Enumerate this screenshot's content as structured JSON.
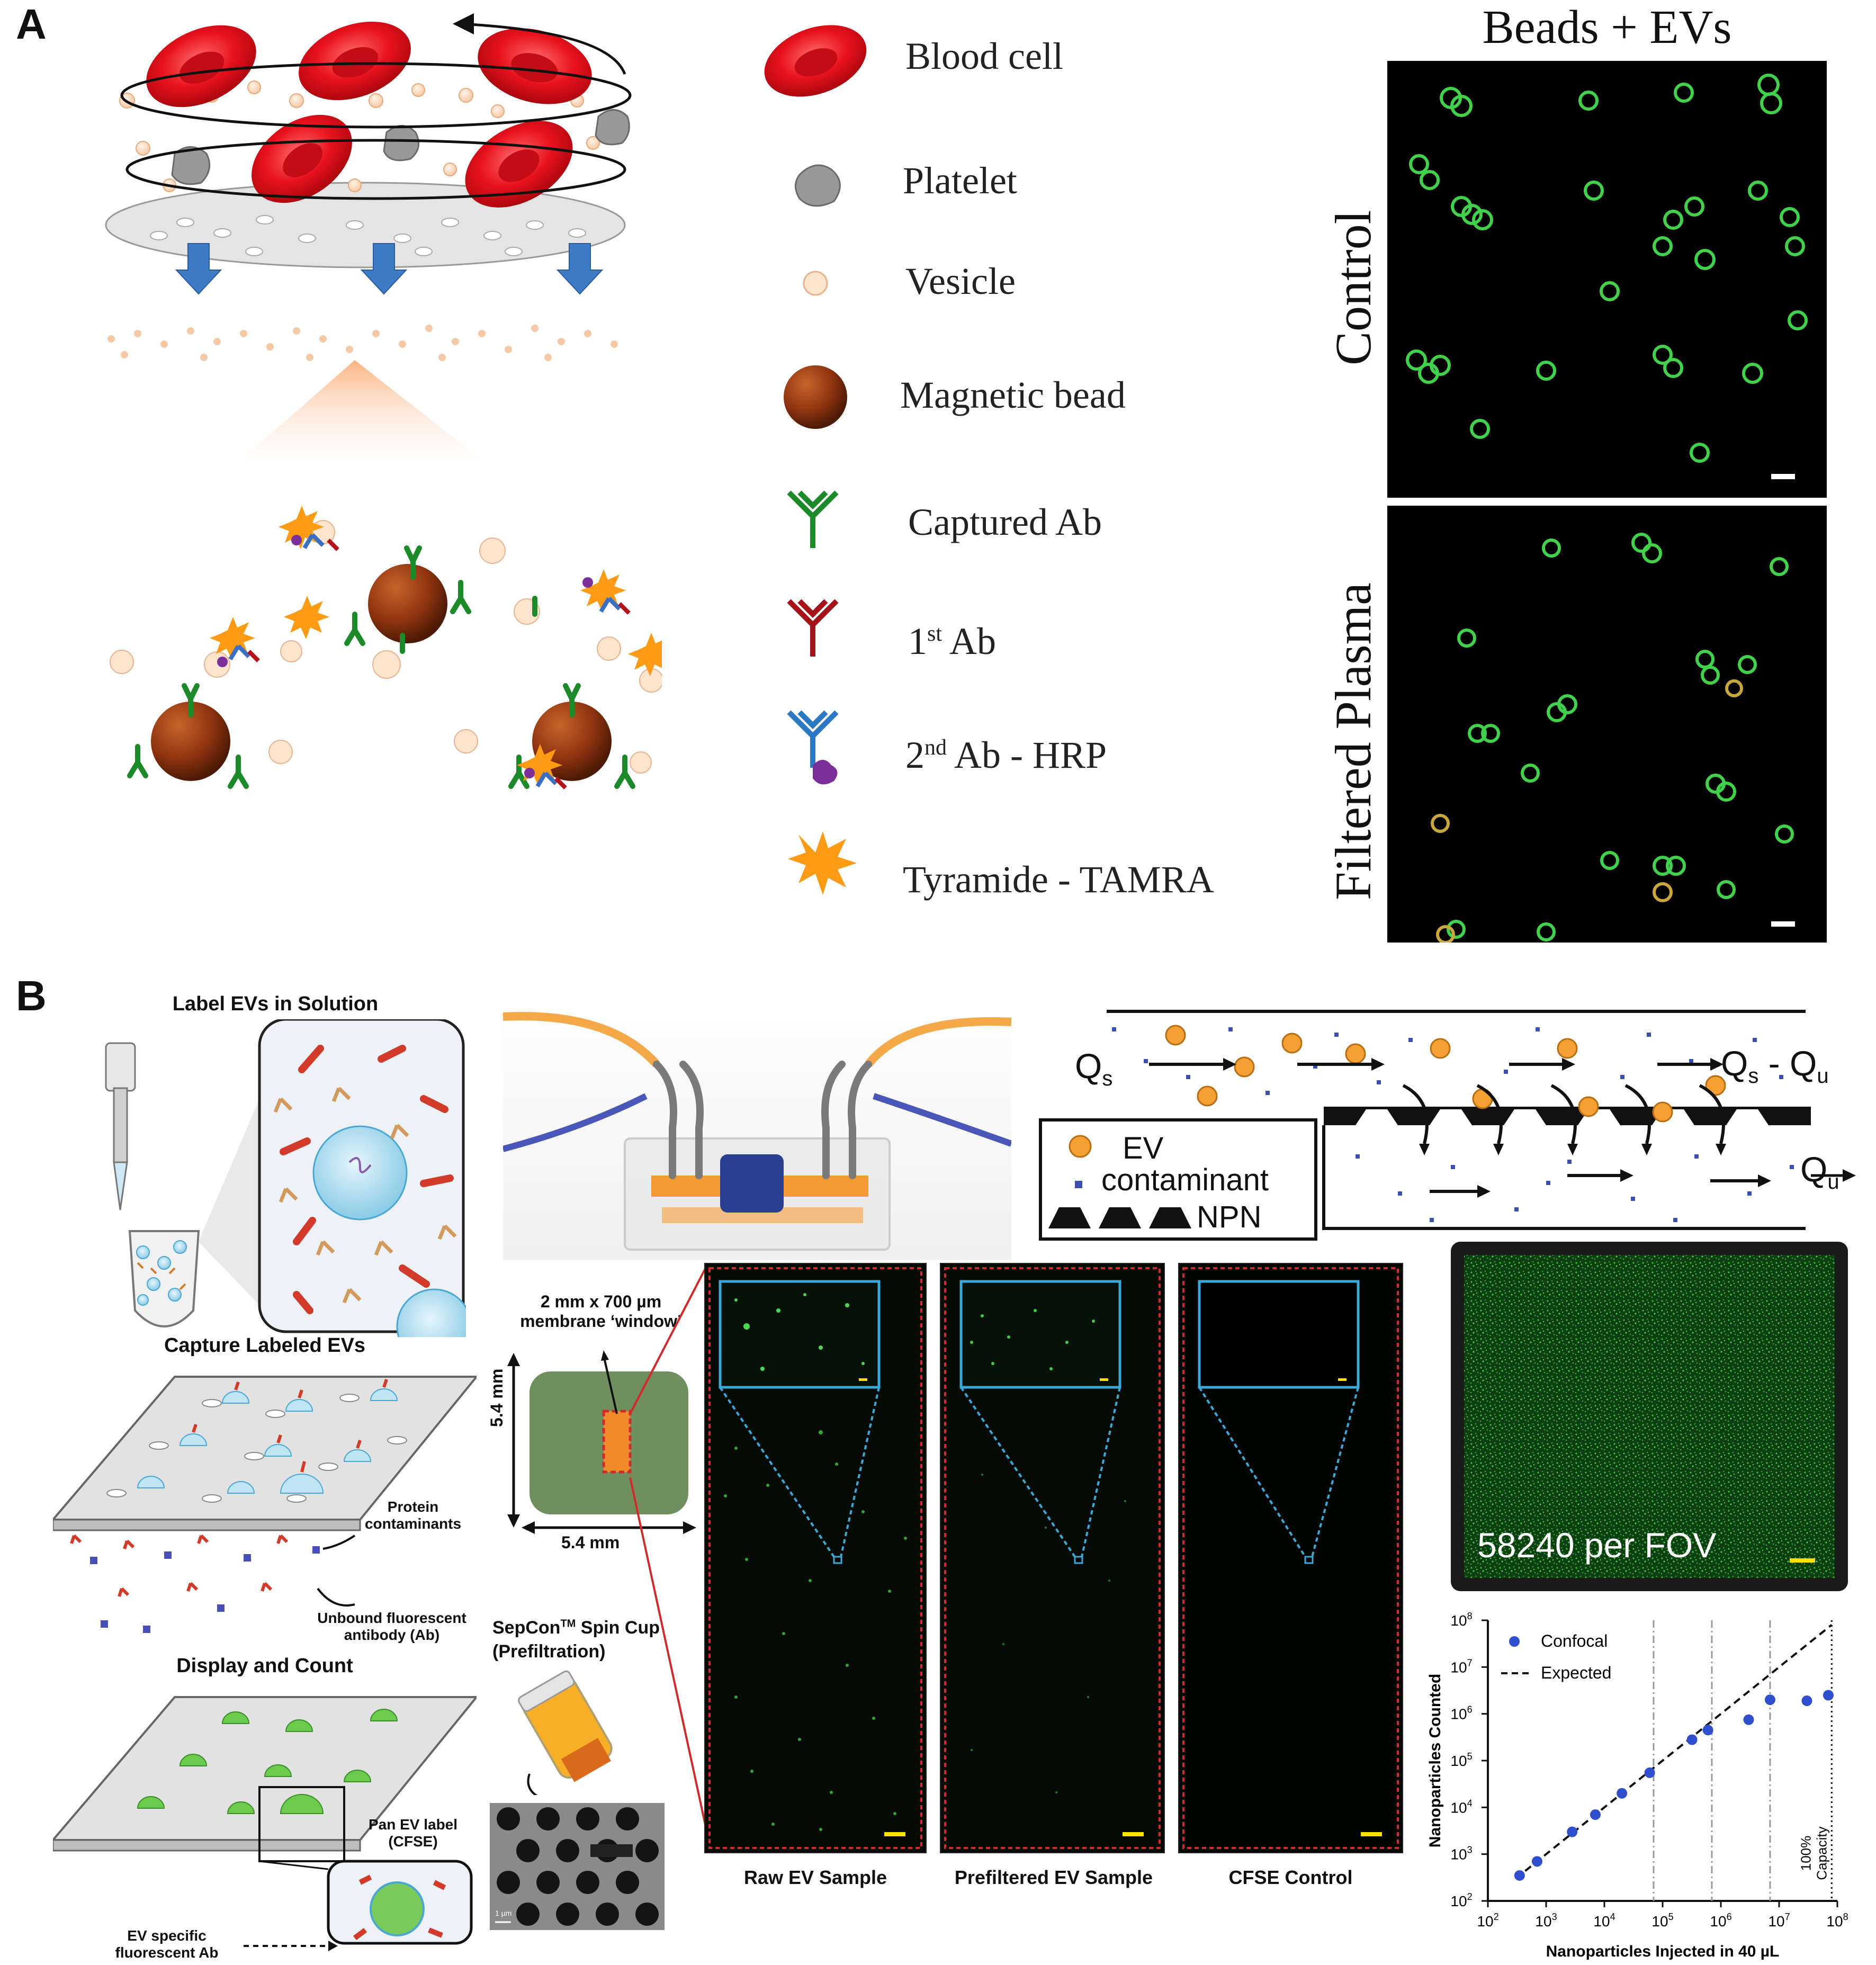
{
  "panels": {
    "A": {
      "letter": "A",
      "legend": [
        {
          "label": "Blood cell",
          "icon": "blood-cell-icon"
        },
        {
          "label": "Platelet",
          "icon": "platelet-icon"
        },
        {
          "label": "Vesicle",
          "icon": "vesicle-icon"
        },
        {
          "label": "Magnetic bead",
          "icon": "magnetic-bead-icon"
        },
        {
          "label": "Captured Ab",
          "icon": "captured-antibody-icon"
        },
        {
          "label_main": "1",
          "label_sup": "st",
          "label_rest": " Ab",
          "icon": "first-antibody-icon"
        },
        {
          "label_main": "2",
          "label_sup": "nd",
          "label_rest": " Ab - HRP",
          "icon": "second-antibody-hrp-icon"
        },
        {
          "label": "Tyramide - TAMRA",
          "icon": "tyramide-tamra-icon"
        }
      ],
      "images_title": "Beads + EVs",
      "row_labels": [
        "Control",
        "Filtered Plasma"
      ]
    },
    "B": {
      "letter": "B",
      "steps": [
        "Label EVs in Solution",
        "Capture Labeled EVs",
        "Display and Count"
      ],
      "annotations": {
        "protein": "Protein contaminants",
        "unbound": "Unbound fluorescent antibody (Ab)",
        "pan_ev": "Pan EV label (CFSE)",
        "ev_specific": "EV specific fluorescent Ab",
        "membrane": "2 mm x 700 µm membrane ‘window’",
        "dim_v": "5.4 mm",
        "dim_h": "5.4 mm",
        "sepcon_main": "SepCon",
        "sepcon_sup": "TM",
        "sepcon_rest": " Spin Cup",
        "prefiltration": "(Prefiltration)",
        "sem_scale": "1 µm"
      },
      "flow": {
        "q_s": "Q",
        "q_s_sub": "s",
        "q_out_left": "Q",
        "q_out_left_sub": "s",
        "q_out_mid": " - Q",
        "q_out_mid_sub": "u",
        "q_u": "Q",
        "q_u_sub": "u",
        "legend_ev": "EV",
        "legend_contaminant": "contaminant",
        "legend_npn": "NPN"
      },
      "strip_captions": [
        "Raw EV Sample",
        "Prefiltered EV Sample",
        "CFSE Control"
      ],
      "fov_label": "58240 per FOV"
    }
  },
  "chart_data": {
    "type": "scatter",
    "xlabel": "Nanoparticles Injected in 40 µL",
    "ylabel": "Nanoparticles Counted",
    "xscale": "log",
    "yscale": "log",
    "xlim": [
      100,
      100000000
    ],
    "ylim": [
      100,
      100000000
    ],
    "x_ticks": [
      "10^2",
      "10^3",
      "10^4",
      "10^5",
      "10^6",
      "10^7",
      "10^8"
    ],
    "y_ticks": [
      "10^2",
      "10^3",
      "10^4",
      "10^5",
      "10^6",
      "10^7",
      "10^8"
    ],
    "legend_position": "top-left",
    "series": [
      {
        "name": "Confocal",
        "x": [
          350,
          700,
          2800,
          7000,
          20000,
          60000,
          320000,
          600000,
          3000000,
          7000000,
          30000000,
          70000000
        ],
        "y": [
          350,
          700,
          3000,
          7000,
          20000,
          55000,
          280000,
          450000,
          750000,
          2000000,
          1900000,
          2500000
        ],
        "color": "#2f4fcf"
      },
      {
        "name": "Expected",
        "x": [
          300,
          80000000
        ],
        "y": [
          300,
          80000000
        ],
        "style": "dashed"
      }
    ],
    "vlines": [
      70000,
      700000,
      7000000
    ],
    "capacity_x": 80000000,
    "capacity_label": [
      "100%",
      "Capacity"
    ]
  }
}
